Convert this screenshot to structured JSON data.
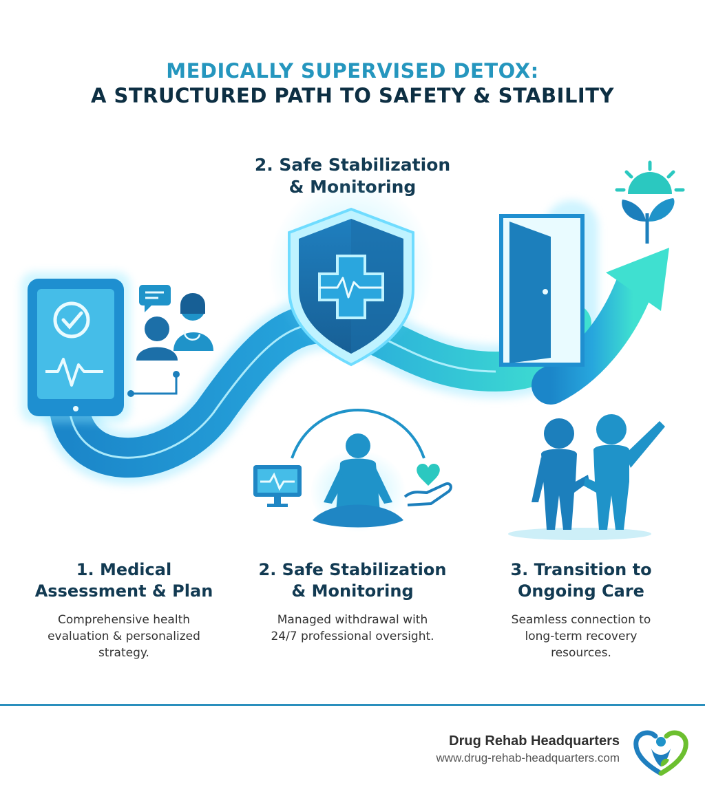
{
  "header": {
    "title_line1": "MEDICALLY SUPERVISED DETOX:",
    "title_line2": "A STRUCTURED PATH TO SAFETY & STABILITY"
  },
  "top_label": {
    "line1": "2. Safe Stabilization",
    "line2": "& Monitoring"
  },
  "steps": [
    {
      "title_line1": "1. Medical",
      "title_line2": "Assessment & Plan",
      "description": "Comprehensive health evaluation & personalized strategy."
    },
    {
      "title_line1": "2. Safe Stabilization",
      "title_line2": "& Monitoring",
      "description": "Managed withdrawal with 24/7 professional oversight."
    },
    {
      "title_line1": "3. Transition to",
      "title_line2": "Ongoing Care",
      "description": "Seamless connection to long-term recovery resources."
    }
  ],
  "footer": {
    "org_name": "Drug Rehab Headquarters",
    "url": "www.drug-rehab-headquarters.com"
  },
  "colors": {
    "primary": "#1e9fd3",
    "dark_navy": "#123a52",
    "accent_teal": "#2bd0c8",
    "logo_green": "#6cbf2f"
  },
  "icons": [
    "tablet-check-icon",
    "doctor-consult-icon",
    "shield-medical-icon",
    "open-door-icon",
    "growth-arrow-icon",
    "sun-plant-icon",
    "meditation-icon",
    "monitor-heartbeat-icon",
    "heart-hand-icon",
    "handshake-icon"
  ]
}
